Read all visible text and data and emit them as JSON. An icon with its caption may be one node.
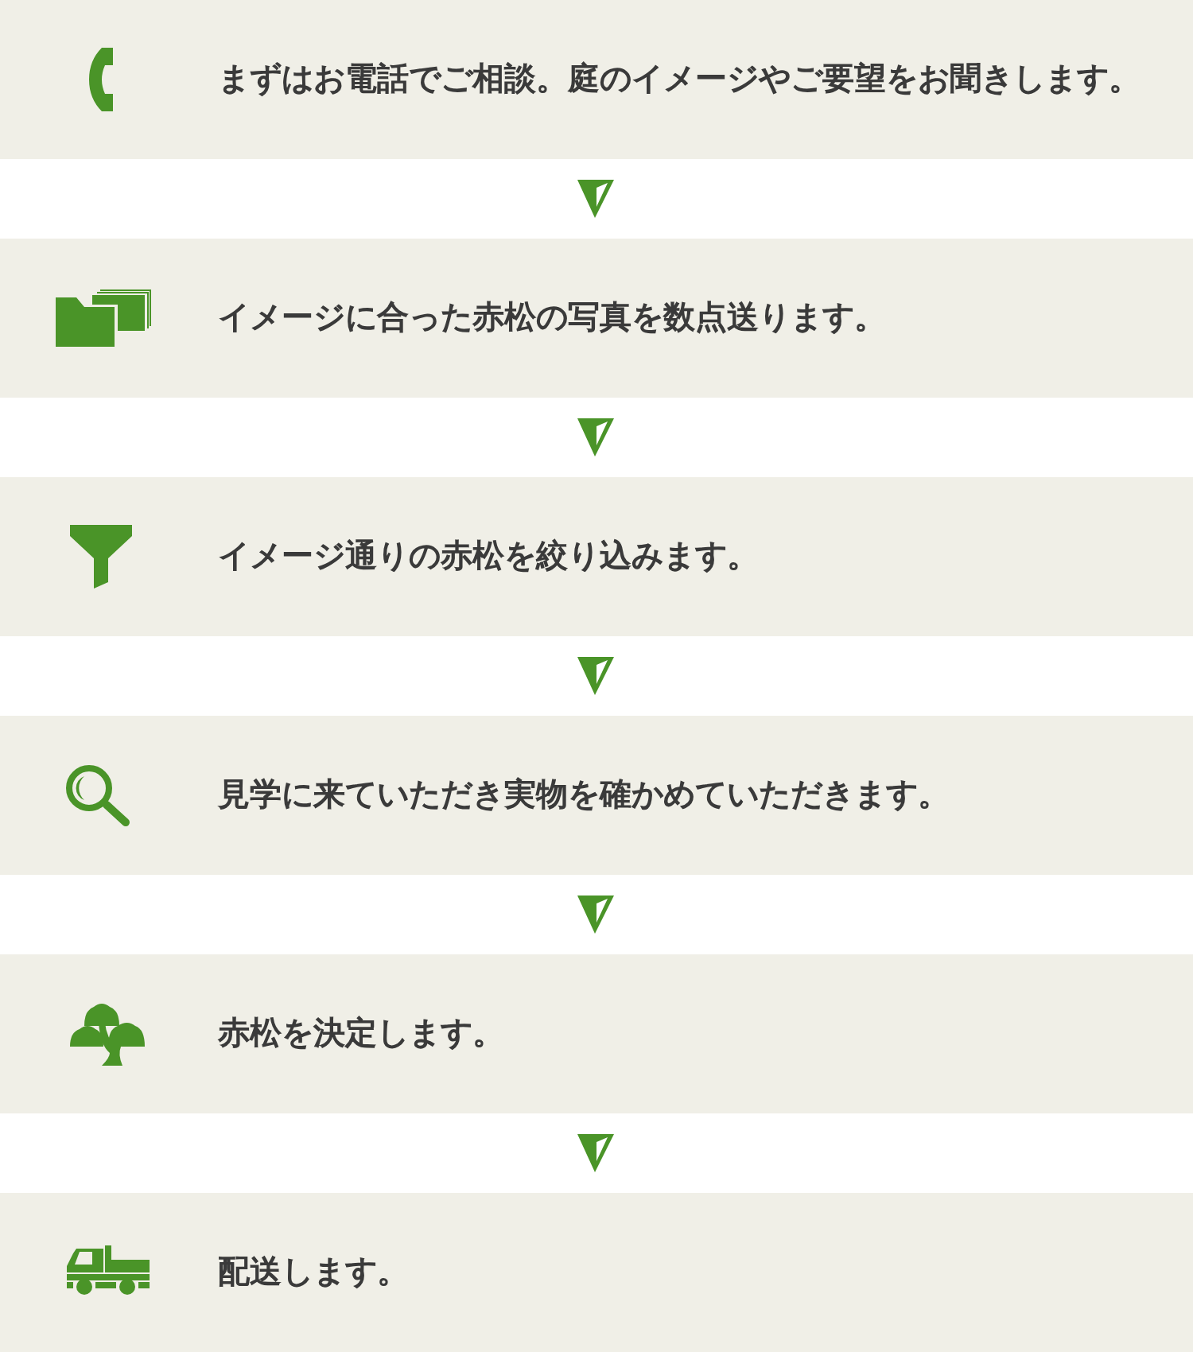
{
  "diagram": {
    "nodes": [
      {
        "text": [
          "まずはお電話でご相談。庭のイメージやご要望をお聞きします。"
        ]
      },
      {
        "text": [
          "イメージに合った赤松の写真を数点送ります。"
        ]
      },
      {
        "text": [
          "イメージ通りの赤松を絞り込みます。"
        ]
      },
      {
        "text": [
          "見学に来ていただき実物を確かめていただきます。"
        ]
      },
      {
        "text": [
          "赤松を決定します。"
        ]
      },
      {
        "text": [
          "配送します。"
        ]
      }
    ],
    "edges": [
      {
        "from": 0,
        "to": 1,
        "arrow": "to"
      },
      {
        "from": 1,
        "to": 2,
        "arrow": "to"
      },
      {
        "from": 2,
        "to": 3,
        "arrow": "to"
      },
      {
        "from": 3,
        "to": 4,
        "arrow": "to"
      },
      {
        "from": 4,
        "to": 5,
        "arrow": "to"
      }
    ]
  }
}
